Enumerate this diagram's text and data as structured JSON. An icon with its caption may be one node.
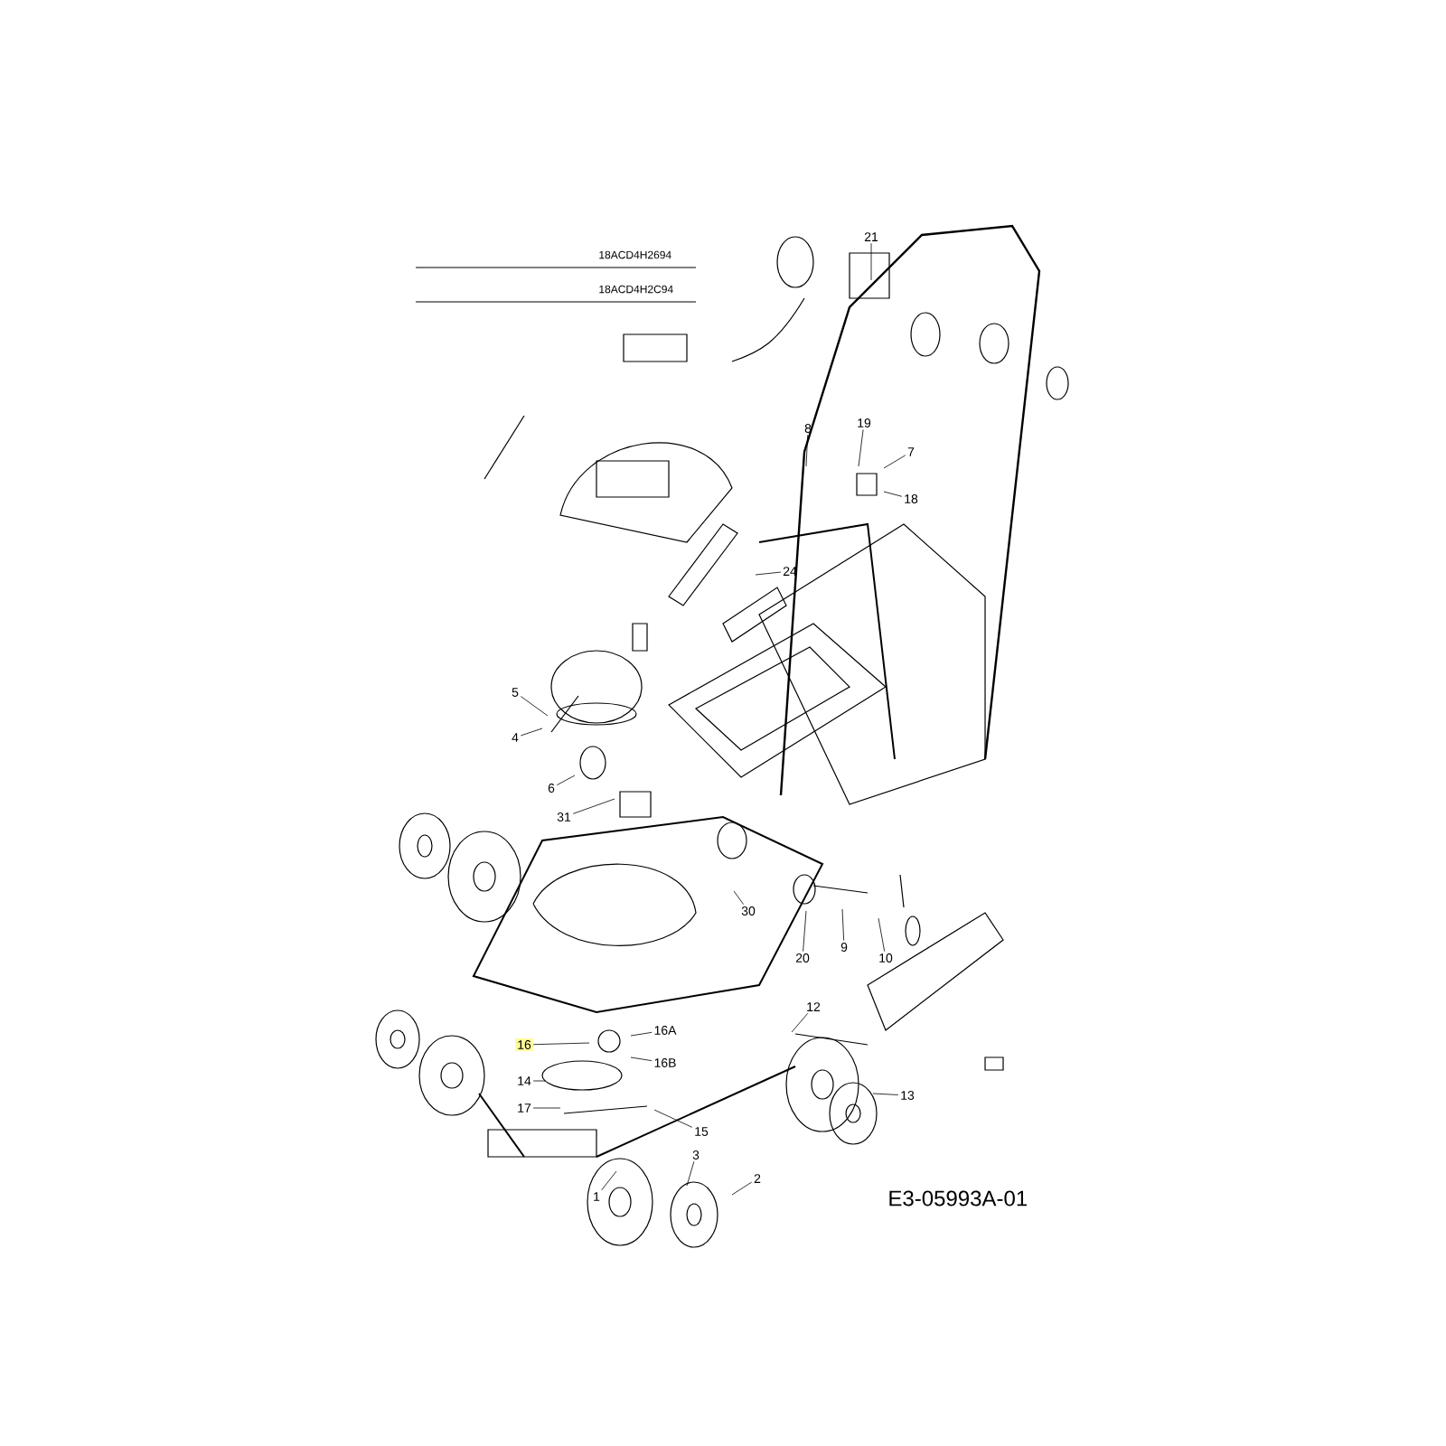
{
  "diagram": {
    "nodes": [
      {
        "text": [
          "21"
        ]
      },
      {
        "text": [
          "8"
        ]
      },
      {
        "text": [
          "19"
        ]
      },
      {
        "text": [
          "7"
        ]
      },
      {
        "text": [
          "18"
        ]
      },
      {
        "text": [
          "24"
        ]
      },
      {
        "text": [
          "5"
        ]
      },
      {
        "text": [
          "4"
        ]
      },
      {
        "text": [
          "6"
        ]
      },
      {
        "text": [
          "31"
        ]
      },
      {
        "text": [
          "30"
        ]
      },
      {
        "text": [
          "20"
        ]
      },
      {
        "text": [
          "9"
        ]
      },
      {
        "text": [
          "10"
        ]
      },
      {
        "text": [
          "12"
        ]
      },
      {
        "text": [
          "16"
        ]
      },
      {
        "text": [
          "16A"
        ]
      },
      {
        "text": [
          "16B"
        ]
      },
      {
        "text": [
          "14"
        ]
      },
      {
        "text": [
          "17"
        ]
      },
      {
        "text": [
          "15"
        ]
      },
      {
        "text": [
          "13"
        ]
      },
      {
        "text": [
          "1"
        ]
      },
      {
        "text": [
          "3"
        ]
      },
      {
        "text": [
          "2"
        ]
      }
    ],
    "edges": [
      {
        "from": 0,
        "to": null,
        "arrow": "none"
      },
      {
        "from": 1,
        "to": null,
        "arrow": "none"
      },
      {
        "from": 2,
        "to": null,
        "arrow": "none"
      },
      {
        "from": 3,
        "to": null,
        "arrow": "none"
      },
      {
        "from": 4,
        "to": null,
        "arrow": "none"
      },
      {
        "from": 5,
        "to": null,
        "arrow": "none"
      },
      {
        "from": 6,
        "to": null,
        "arrow": "none"
      },
      {
        "from": 7,
        "to": null,
        "arrow": "none"
      },
      {
        "from": 8,
        "to": null,
        "arrow": "none"
      },
      {
        "from": 9,
        "to": null,
        "arrow": "none"
      },
      {
        "from": 10,
        "to": null,
        "arrow": "none"
      },
      {
        "from": 11,
        "to": null,
        "arrow": "none"
      },
      {
        "from": 12,
        "to": null,
        "arrow": "none"
      },
      {
        "from": 13,
        "to": null,
        "arrow": "none"
      },
      {
        "from": 14,
        "to": null,
        "arrow": "none"
      },
      {
        "from": 15,
        "to": null,
        "arrow": "none"
      },
      {
        "from": 16,
        "to": null,
        "arrow": "none"
      },
      {
        "from": 17,
        "to": null,
        "arrow": "none"
      },
      {
        "from": 18,
        "to": null,
        "arrow": "none"
      },
      {
        "from": 19,
        "to": null,
        "arrow": "none"
      },
      {
        "from": 20,
        "to": null,
        "arrow": "none"
      },
      {
        "from": 21,
        "to": null,
        "arrow": "none"
      },
      {
        "from": 22,
        "to": null,
        "arrow": "none"
      },
      {
        "from": 23,
        "to": null,
        "arrow": "none"
      },
      {
        "from": 24,
        "to": null,
        "arrow": "none"
      }
    ],
    "labels": [
      "18ACD4H2694",
      "18ACD4H2C94",
      "E3-05993A-01"
    ]
  }
}
